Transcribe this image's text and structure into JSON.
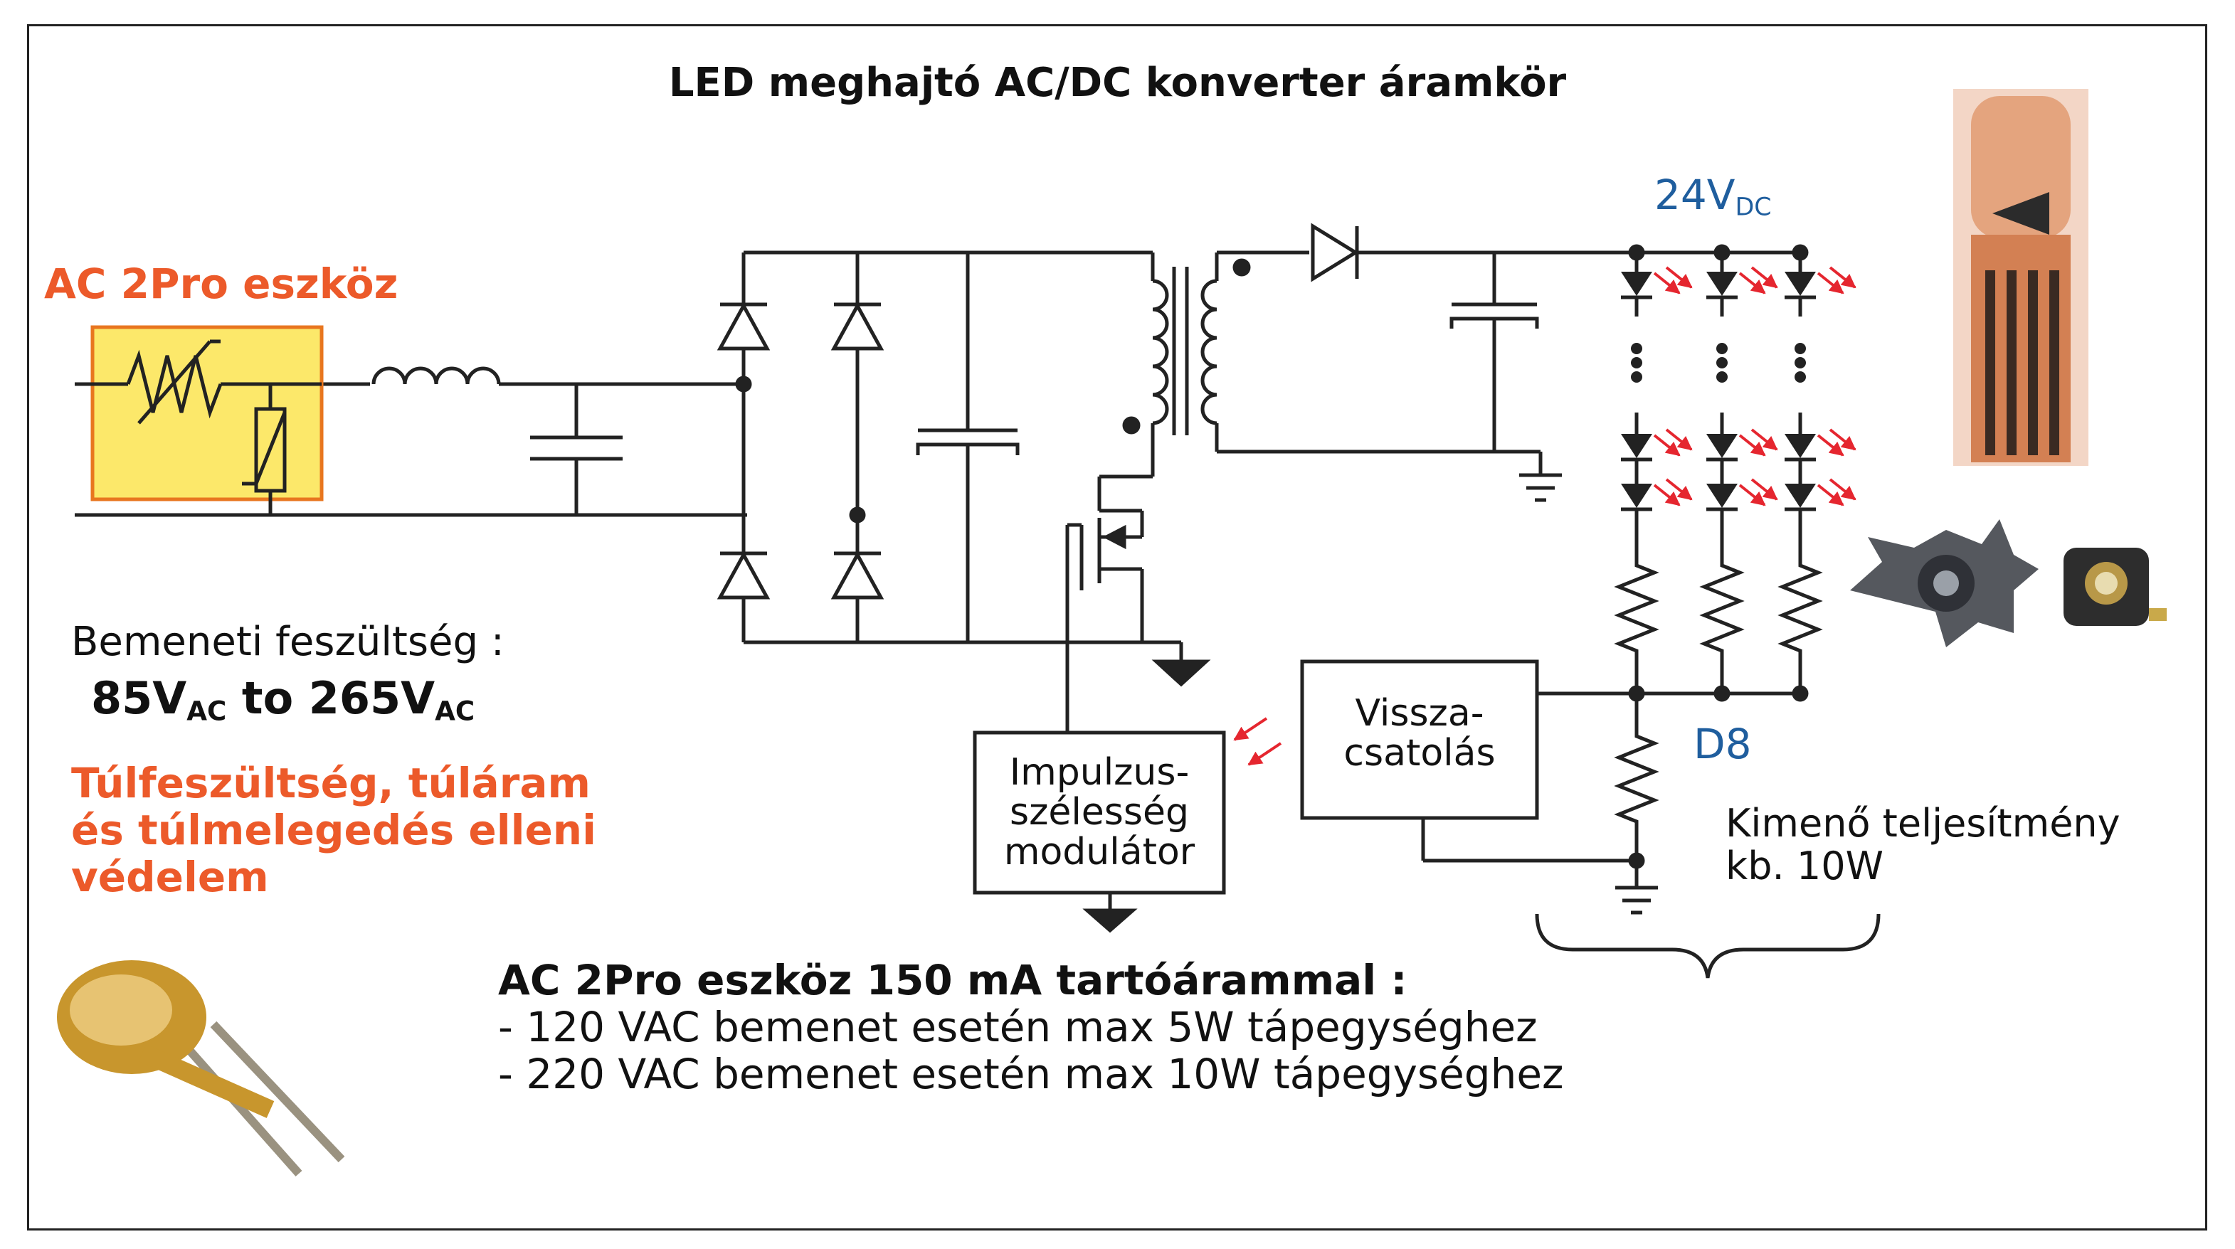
{
  "title": "LED meghajtó AC/DC konverter áramkör",
  "device_label": "AC 2Pro eszköz",
  "input_voltage": {
    "label": "Bemeneti feszültség :",
    "min": "85V",
    "min_sub": "AC",
    "sep": " to ",
    "max": "265V",
    "max_sub": "AC"
  },
  "protection": {
    "line1": "Túlfeszültség, túláram",
    "line2": "és túlmelegedés elleni",
    "line3": "védelem"
  },
  "output_voltage": {
    "value": "24V",
    "sub": "DC"
  },
  "pwm_block": {
    "line1": "Impulzus-",
    "line2": "szélesség",
    "line3": "modulátor"
  },
  "feedback_block": {
    "line1": "Vissza-",
    "line2": "csatolás"
  },
  "diode_label": "D8",
  "output_power": {
    "line1": "Kimenő teljesítmény",
    "line2": "kb. 10W"
  },
  "notes": {
    "heading": "AC 2Pro eszköz 150 mA tartóárammal :",
    "line1": "- 120 VAC bemenet esetén max 5W tápegységhez",
    "line2": "- 220 VAC bemenet esetén max 10W tápegységhez"
  },
  "colors": {
    "accent_orange": "#ec5a2a",
    "label_blue": "#1f5e9e",
    "device_fill": "#fce86a",
    "device_border": "#e8761f",
    "led_arrows": "#e5262f",
    "wire": "#222222"
  }
}
